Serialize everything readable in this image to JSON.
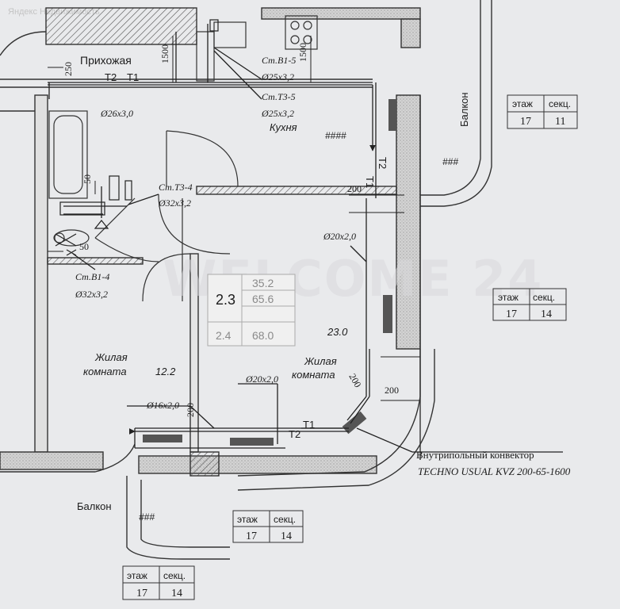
{
  "site_mark": "Яндекс Недвижимость",
  "watermark": "WELCOME 24",
  "rooms": {
    "hallway": "Прихожая",
    "kitchen": "Кухня",
    "balcony_right": "Балкон",
    "balcony_bottom": "Балкон",
    "living_left_line1": "Жилая",
    "living_left_line2": "комната",
    "living_left_area": "12.2",
    "living_right_line1": "Жилая",
    "living_right_line2": "комната",
    "living_right_area": "23.0",
    "kitchen_hatch": "####",
    "balcony_right_hatch": "###",
    "balcony_bottom_hatch": "###"
  },
  "pipes": {
    "st_b1_5": "Ст.В1-5",
    "st_b1_5_dia": "Ø25х3,2",
    "st_t3_5": "Ст.Т3-5",
    "st_t3_5_dia": "Ø25х3,2",
    "hall_pipe": "Ø26х3,0",
    "st_t3_4": "Ст.Т3-4",
    "st_t3_4_dia": "Ø32х3,2",
    "st_b1_4": "Ст.В1-4",
    "st_b1_4_dia": "Ø32х3,2",
    "right_pipe": "Ø20х2,0",
    "bottom_pipe": "Ø20х2,0",
    "small_pipe": "Ø16х2,0"
  },
  "lines": {
    "t1": "T1",
    "t2": "T2"
  },
  "dimensions": {
    "d1500_left": "1500",
    "d1500_right": "1500",
    "d250": "250",
    "d200_top": "200",
    "d200_mid": "200",
    "d200_right": "200",
    "d200_left": "200",
    "d50_top": "50",
    "d50_bottom": "50"
  },
  "summary": {
    "apt_type": "2.3",
    "type_b": "2.4",
    "living_area": "35.2",
    "total_area": "65.6",
    "area_b": "68.0"
  },
  "convector_line1": "Внутрипольный конвектор",
  "convector_line2": "TECHNO USUAL KVZ 200-65-1600",
  "floor_tables": [
    {
      "floor_label": "этаж",
      "section_label": "секц.",
      "floor": "17",
      "section": "11"
    },
    {
      "floor_label": "этаж",
      "section_label": "секц.",
      "floor": "17",
      "section": "14"
    },
    {
      "floor_label": "этаж",
      "section_label": "секц.",
      "floor": "17",
      "section": "14"
    },
    {
      "floor_label": "этаж",
      "section_label": "секц.",
      "floor": "17",
      "section": "14"
    }
  ]
}
